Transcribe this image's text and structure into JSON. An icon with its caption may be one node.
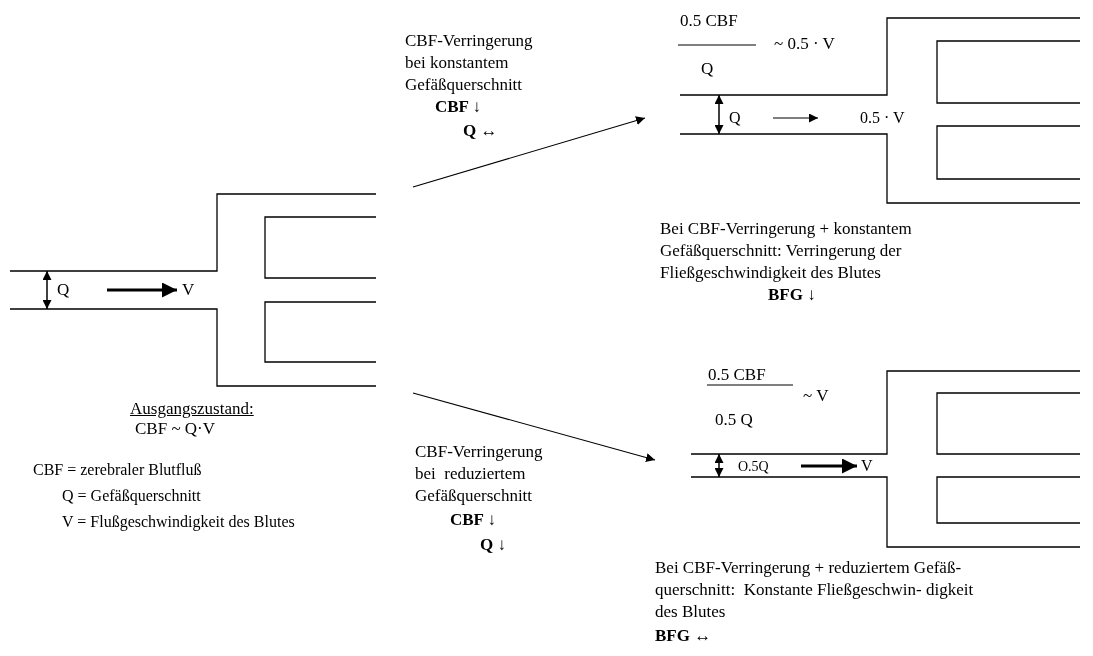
{
  "diagram": {
    "nodes": [
      {
        "text": [
          "Q",
          "V"
        ],
        "beside": [
          "Ausgangszustand:",
          "CBF ~ Q·V"
        ]
      },
      {
        "text": [
          "0.5 CBF",
          "Q",
          "~ 0.5 · V",
          "Q",
          "0.5 · V"
        ],
        "beside": [
          "Bei CBF-Verringerung + konstantem Gefäßquerschnitt: Verringerung der Fließgeschwindigkeit des Blutes",
          "BFG ↓"
        ]
      },
      {
        "text": [
          "0.5 CBF",
          "0.5 Q",
          "~ V",
          "O.5Q",
          "V"
        ],
        "beside": [
          "Bei CBF-Verringerung + reduziertem Gefäß- querschnitt:  Konstante Fließgeschwin- digkeit des Blutes",
          "BFG ↔"
        ]
      }
    ],
    "edges": [
      {
        "from": 0,
        "to": 1,
        "arrow": "to",
        "label": "CBF-Verringerung bei konstantem Gefäßquerschnitt"
      },
      {
        "from": 0,
        "to": 2,
        "arrow": "to",
        "label": "CBF-Verringerung bei  reduziertem Gefäßquerschnitt"
      }
    ],
    "labels": [
      "CBF ↓",
      "Q ↔",
      "CBF ↓",
      "Q ↓",
      "CBF = zerebraler Blutfluß",
      "Q = Gefäßquerschnitt",
      "V = Flußgeschwindigkeit des Blutes"
    ]
  }
}
